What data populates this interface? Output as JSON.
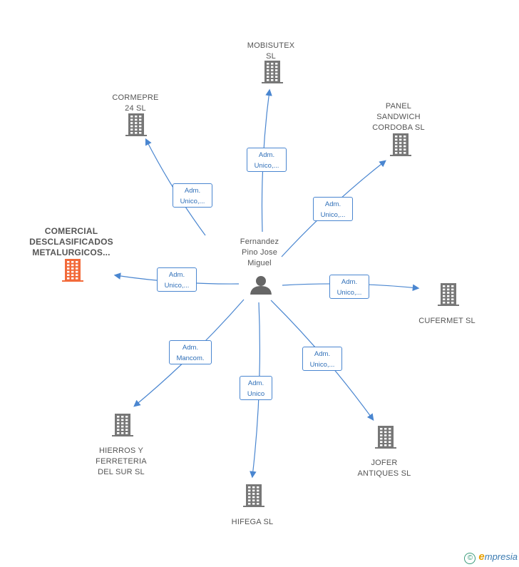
{
  "center": {
    "name": "Fernandez\nPino Jose\nMiguel",
    "icon": "person-icon"
  },
  "companies": [
    {
      "id": "mobisutex",
      "name": "MOBISUTEX\nSL",
      "icon": "building-icon",
      "highlight": false
    },
    {
      "id": "cormepre",
      "name": "CORMEPRE\n24  SL",
      "icon": "building-icon",
      "highlight": false
    },
    {
      "id": "panel",
      "name": "PANEL\nSANDWICH\nCORDOBA SL",
      "icon": "building-icon",
      "highlight": false
    },
    {
      "id": "comercial",
      "name": "COMERCIAL\nDESCLASIFICADOS\nMETALURGICOS...",
      "icon": "building-icon",
      "highlight": true
    },
    {
      "id": "cufermet",
      "name": "CUFERMET  SL",
      "icon": "building-icon",
      "highlight": false
    },
    {
      "id": "hierros",
      "name": "HIERROS Y\nFERRETERIA\nDEL SUR SL",
      "icon": "building-icon",
      "highlight": false
    },
    {
      "id": "hifega",
      "name": "HIFEGA SL",
      "icon": "building-icon",
      "highlight": false
    },
    {
      "id": "jofer",
      "name": "JOFER\nANTIQUES  SL",
      "icon": "building-icon",
      "highlight": false
    }
  ],
  "edges": [
    {
      "to": "mobisutex",
      "label": "Adm.\nUnico,..."
    },
    {
      "to": "cormepre",
      "label": "Adm.\nUnico,..."
    },
    {
      "to": "panel",
      "label": "Adm.\nUnico,..."
    },
    {
      "to": "comercial",
      "label": "Adm.\nUnico,..."
    },
    {
      "to": "cufermet",
      "label": "Adm.\nUnico,..."
    },
    {
      "to": "hierros",
      "label": "Adm.\nMancom."
    },
    {
      "to": "hifega",
      "label": "Adm.\nUnico"
    },
    {
      "to": "jofer",
      "label": "Adm.\nUnico,..."
    }
  ],
  "colors": {
    "edge": "#4a86d0",
    "building": "#777777",
    "highlight_building": "#f26a3a",
    "person": "#666666"
  },
  "footer": {
    "copyright": "©",
    "brand_initial": "e",
    "brand_rest": "mpresia"
  }
}
